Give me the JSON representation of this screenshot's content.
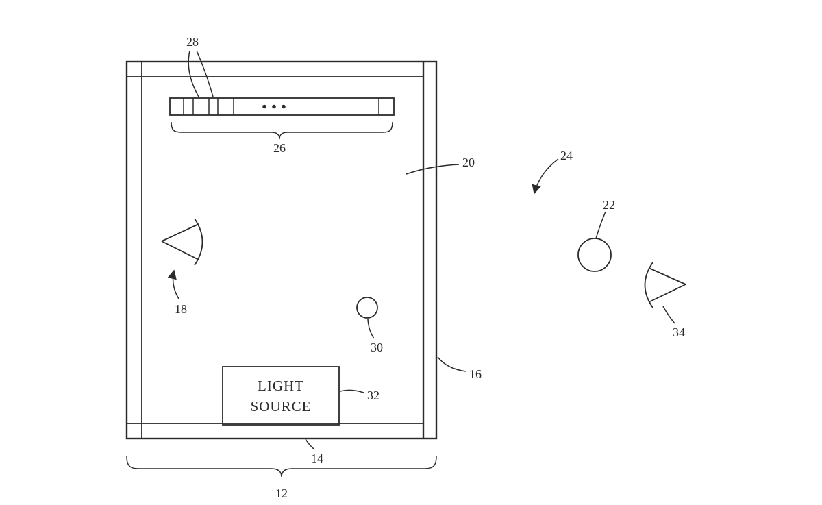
{
  "figure": {
    "background": "#ffffff",
    "line_color": "#2b2b2b",
    "reference_numerals": {
      "n12": "12",
      "n14": "14",
      "n16": "16",
      "n18": "18",
      "n20": "20",
      "n22": "22",
      "n24": "24",
      "n26": "26",
      "n28": "28",
      "n30": "30",
      "n32": "32",
      "n34": "34"
    },
    "light_source": {
      "line1": "LIGHT",
      "line2": "SOURCE"
    }
  }
}
